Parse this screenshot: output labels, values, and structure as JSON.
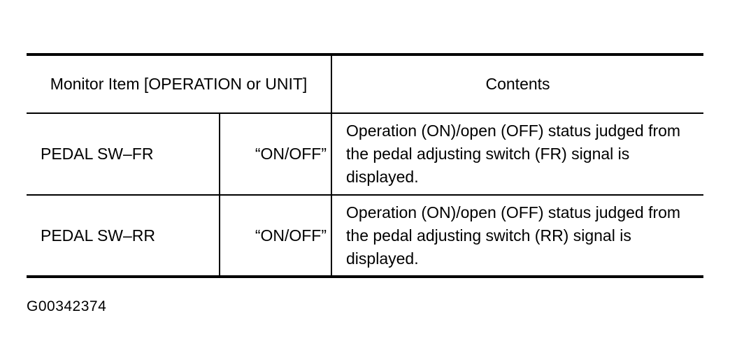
{
  "table": {
    "header": {
      "monitor_item": "Monitor Item [OPERATION or UNIT]",
      "contents": "Contents"
    },
    "rows": [
      {
        "item": "PEDAL SW–FR",
        "unit": "“ON/OFF”",
        "contents": "Operation (ON)/open (OFF) status judged from the pedal adjusting switch (FR) signal is displayed."
      },
      {
        "item": "PEDAL SW–RR",
        "unit": "“ON/OFF”",
        "contents": "Operation (ON)/open (OFF) status judged from the pedal adjusting switch (RR) signal is displayed."
      }
    ]
  },
  "figure_id": "G00342374"
}
